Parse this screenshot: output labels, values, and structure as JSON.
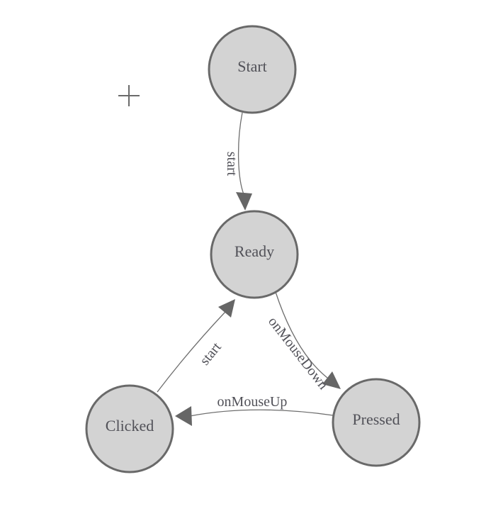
{
  "diagram": {
    "kind": "finite-state-machine",
    "nodes": [
      {
        "id": "start",
        "label": "Start"
      },
      {
        "id": "ready",
        "label": "Ready"
      },
      {
        "id": "clicked",
        "label": "Clicked"
      },
      {
        "id": "pressed",
        "label": "Pressed"
      }
    ],
    "edges": [
      {
        "from": "start",
        "to": "ready",
        "label": "start"
      },
      {
        "from": "ready",
        "to": "pressed",
        "label": "onMouseDown"
      },
      {
        "from": "pressed",
        "to": "clicked",
        "label": "onMouseUp"
      },
      {
        "from": "clicked",
        "to": "ready",
        "label": "start"
      }
    ]
  },
  "colors": {
    "background": "#ffffff",
    "node_fill": "#d3d3d3",
    "node_stroke": "#696969",
    "edge_stroke": "#6e6e6e",
    "arrowhead_fill": "#666666",
    "label_text": "#515158",
    "crosshair": "#6a6a6a"
  }
}
